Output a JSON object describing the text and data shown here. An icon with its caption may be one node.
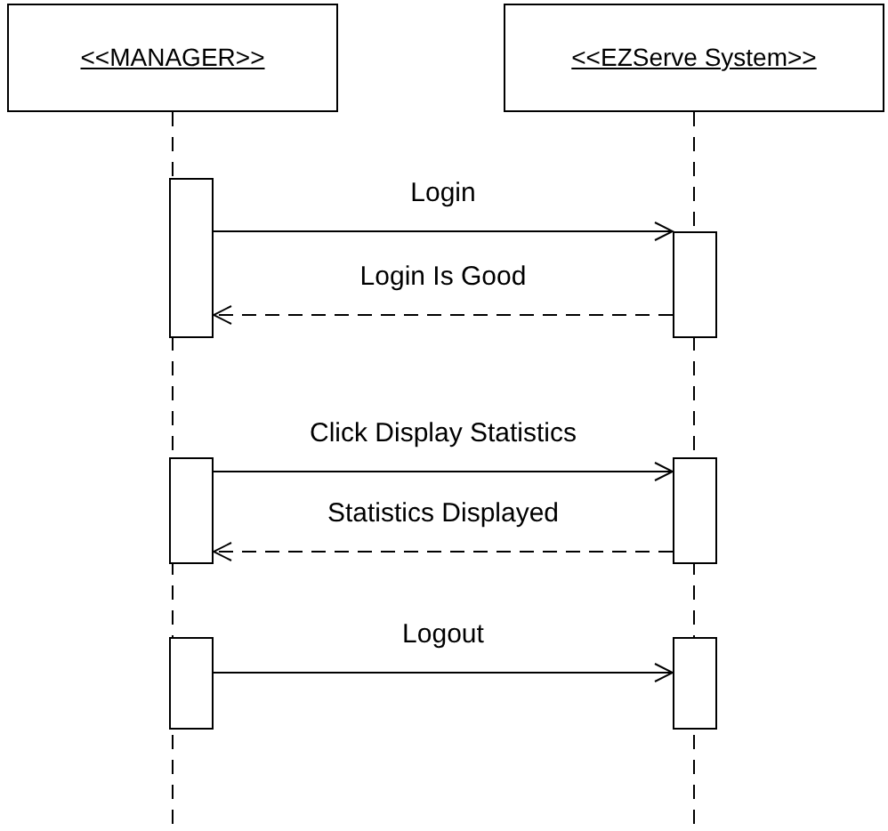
{
  "diagram": {
    "nodes": [
      {
        "text": [
          "<<MANAGER>>"
        ]
      },
      {
        "text": [
          "<<EZServe System>>"
        ]
      },
      {
        "text": [],
        "shape": "bar"
      },
      {
        "text": [],
        "shape": "bar"
      },
      {
        "text": [],
        "shape": "bar"
      },
      {
        "text": [],
        "shape": "bar"
      },
      {
        "text": [],
        "shape": "bar"
      },
      {
        "text": [],
        "shape": "bar"
      }
    ],
    "edges": [
      {
        "from": 2,
        "to": 3,
        "arrow": "to",
        "label": "Login"
      },
      {
        "from": 3,
        "to": 2,
        "arrow": "to",
        "label": "Login Is Good",
        "style": "dashed"
      },
      {
        "from": 4,
        "to": 5,
        "arrow": "to",
        "label": "Click Display Statistics"
      },
      {
        "from": 5,
        "to": 4,
        "arrow": "to",
        "label": "Statistics Displayed",
        "style": "dashed"
      },
      {
        "from": 6,
        "to": 7,
        "arrow": "to",
        "label": "Logout"
      }
    ]
  }
}
